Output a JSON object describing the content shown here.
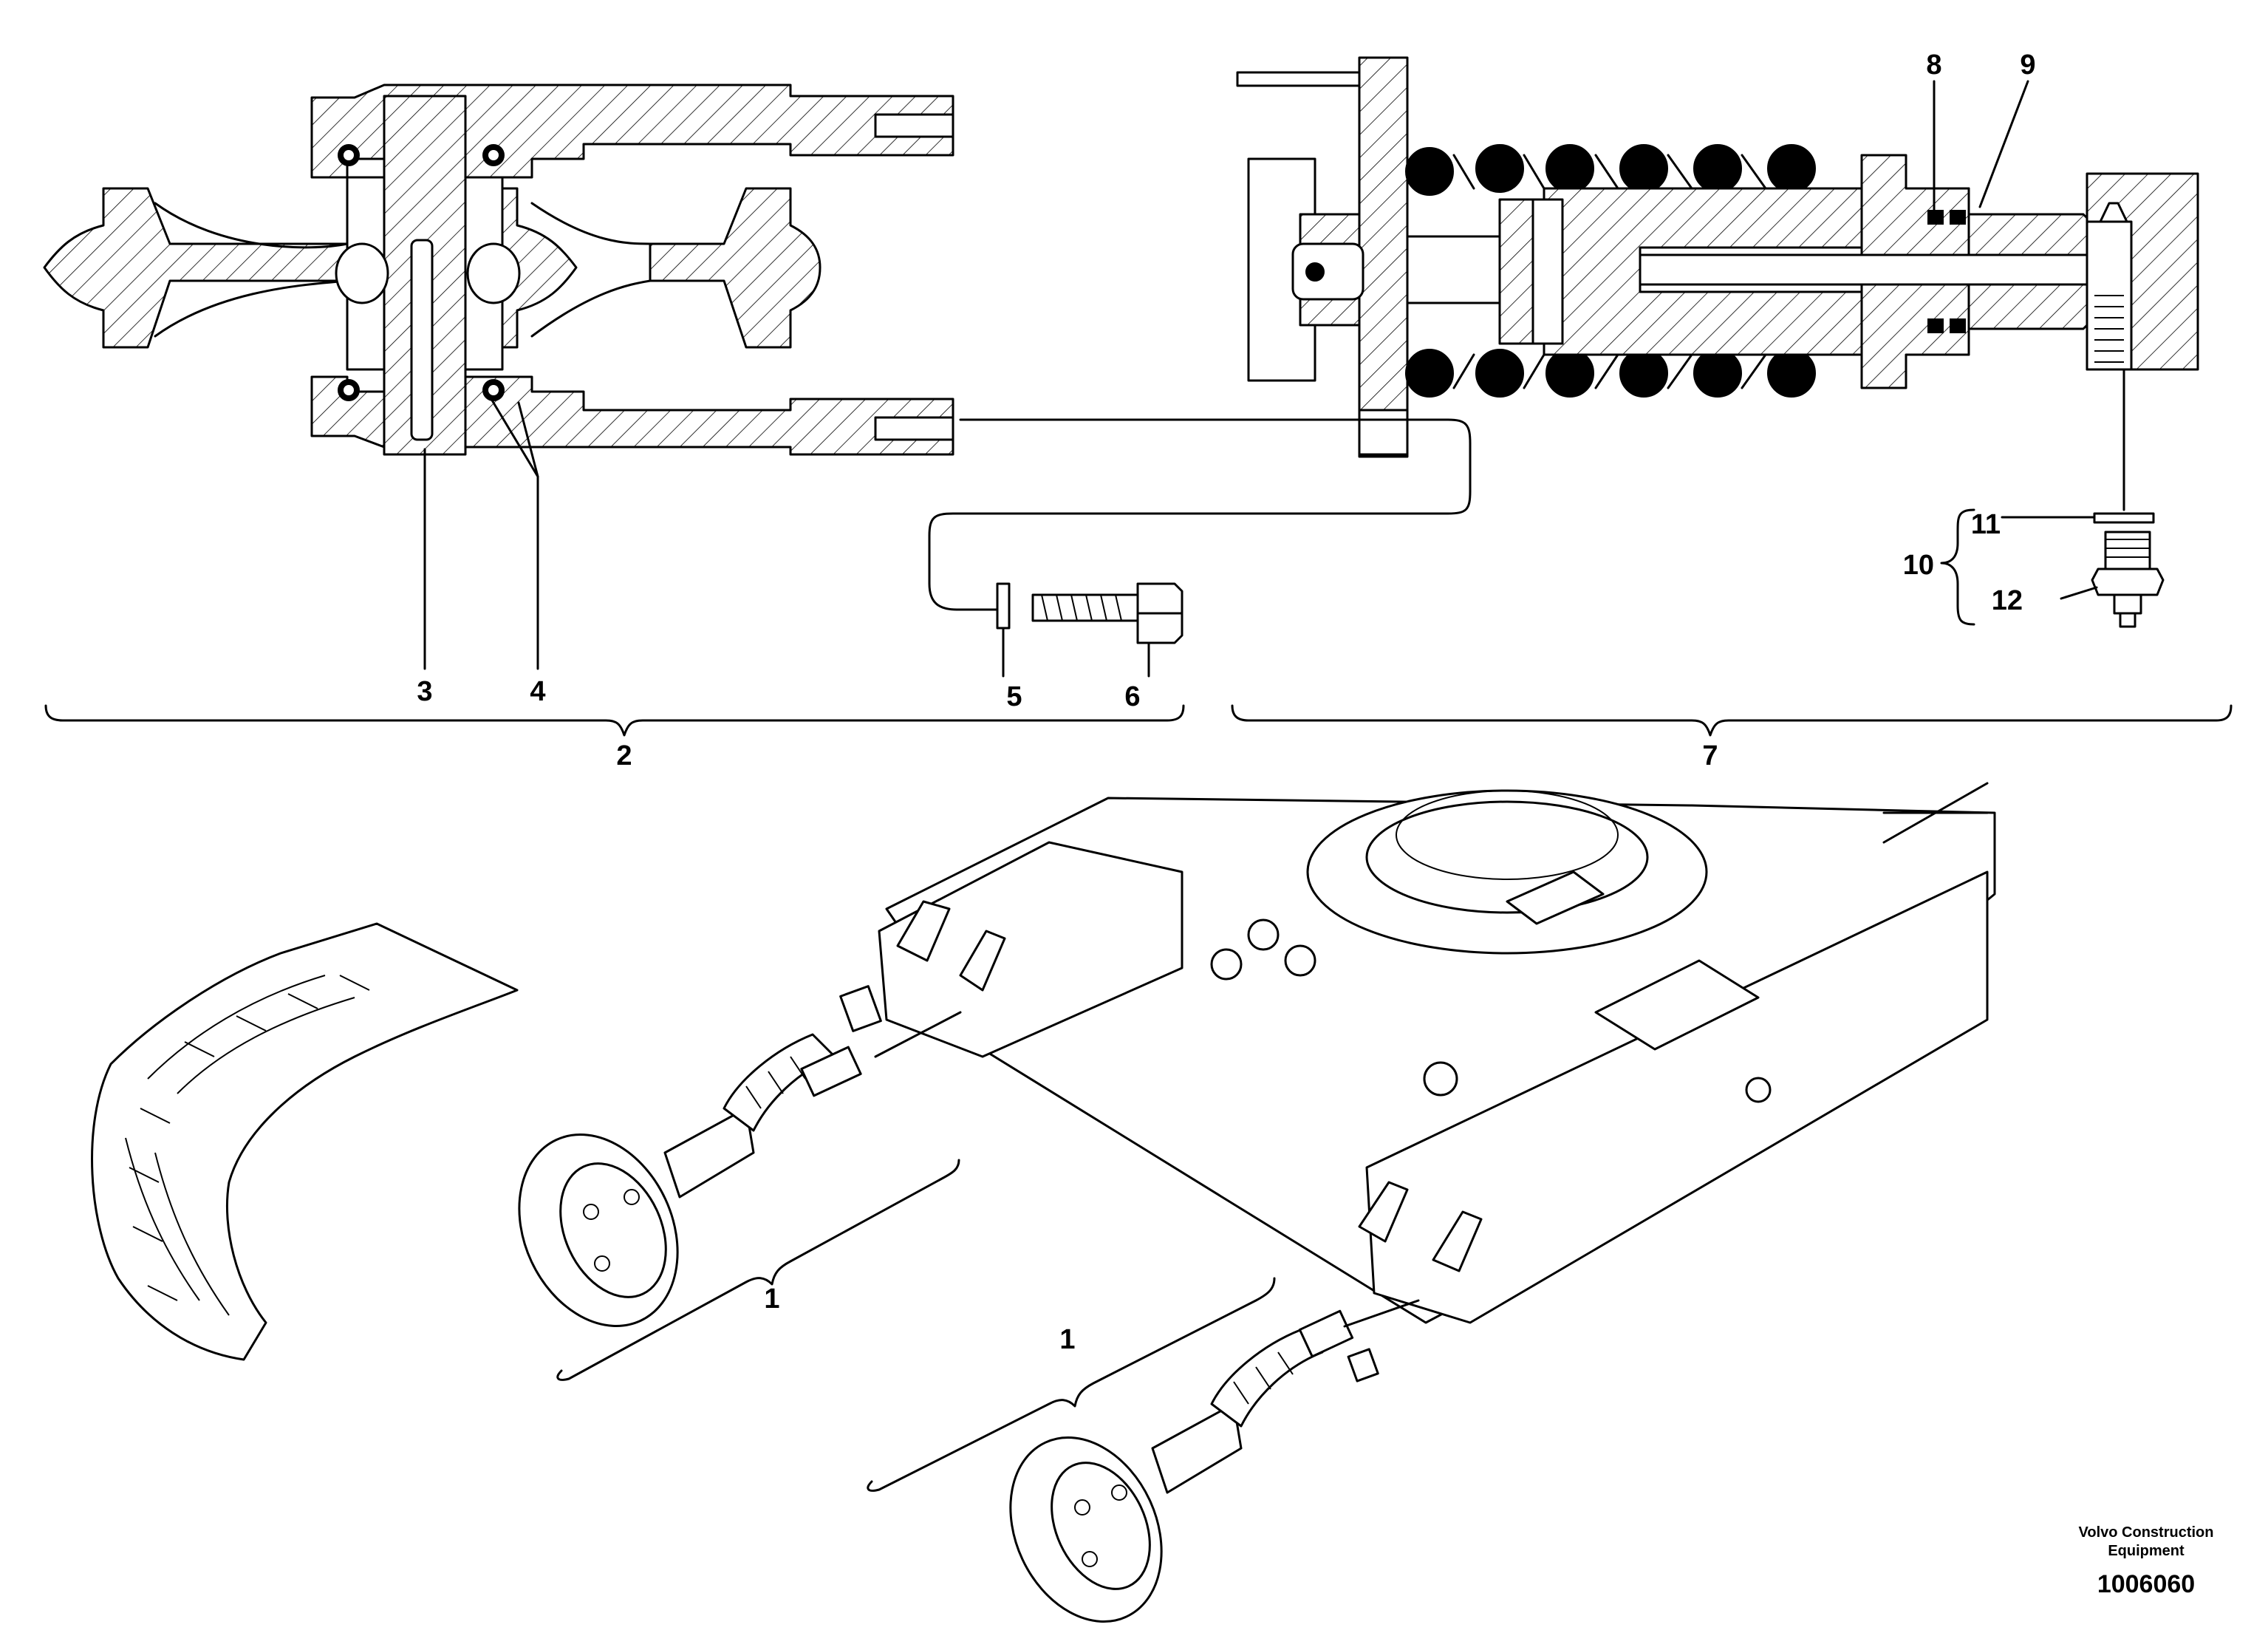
{
  "callouts": {
    "c1a": "1",
    "c1b": "1",
    "c2": "2",
    "c3": "3",
    "c4": "4",
    "c5": "5",
    "c6": "6",
    "c7": "7",
    "c8": "8",
    "c9": "9",
    "c10": "10",
    "c11": "11",
    "c12": "12"
  },
  "branding": {
    "line1": "Volvo Construction",
    "line2": "Equipment",
    "doc_number": "1006060"
  }
}
